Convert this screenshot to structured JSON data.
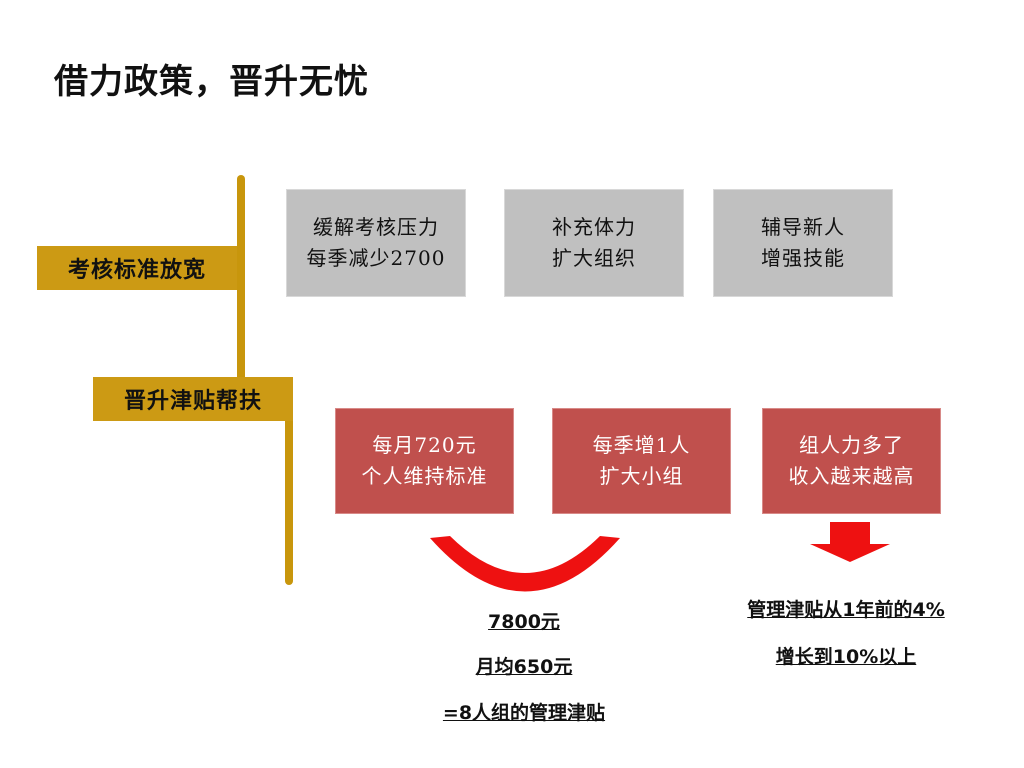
{
  "title": "借力政策，晋升无忧",
  "branches": {
    "top": {
      "label": "考核标准放宽",
      "boxes": [
        {
          "line1": "缓解考核压力",
          "line2": "每季减少2700"
        },
        {
          "line1": "补充体力",
          "line2": "扩大组织"
        },
        {
          "line1": "辅导新人",
          "line2": "增强技能"
        }
      ]
    },
    "bottom": {
      "label": "晋升津贴帮扶",
      "boxes": [
        {
          "line1": "每月720元",
          "line2": "个人维持标准"
        },
        {
          "line1": "每季增1人",
          "line2": "扩大小组"
        },
        {
          "line1": "组人力多了",
          "line2": "收入越来越高"
        }
      ]
    }
  },
  "notes_left": {
    "line1": "7800元",
    "line2": "月均650元",
    "line3": "=8人组的管理津贴"
  },
  "notes_right": {
    "line1": "管理津贴从1年前的4%",
    "line2": "增长到10%以上"
  },
  "colors": {
    "gold": "#c8960c",
    "gray_box": "#c0c0c0",
    "red_box": "#c0504d",
    "arrow_red": "#ee1111"
  }
}
